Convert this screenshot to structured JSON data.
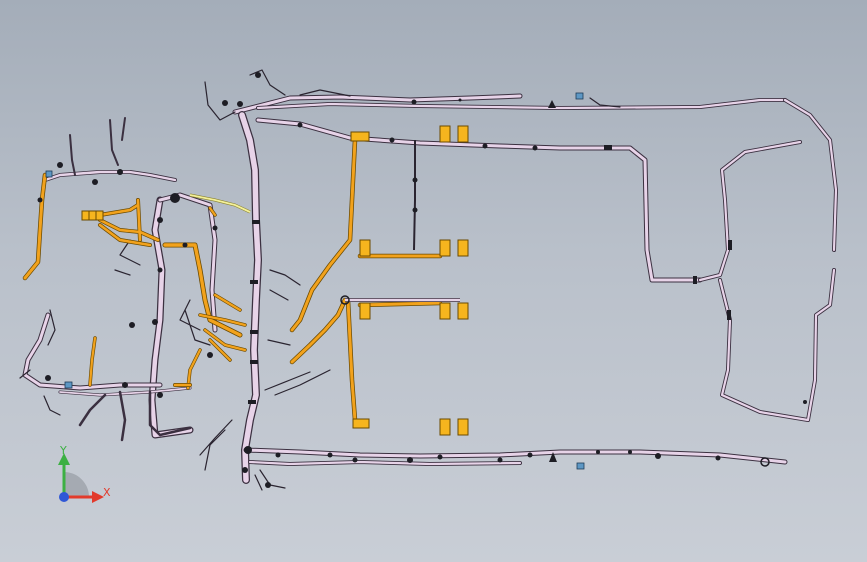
{
  "scene": {
    "model": "wire-harness-assembly",
    "colors": {
      "background_top": "#a4adb9",
      "background_bottom": "#c9ced6",
      "harness_sheath": "#e7d3e8",
      "harness_outline": "#3b3040",
      "orange_wire": "#f2a21c",
      "connector_fill": "#f6b51e",
      "connector_outline": "#6b4a00",
      "yellow_wire": "#f4f09a",
      "clip_color": "#1d1d24"
    }
  },
  "triad": {
    "y_label": "Y",
    "x_label": "X",
    "y_color": "#3cb043",
    "x_color": "#e23a2b",
    "z_color": "#2f57d6"
  }
}
